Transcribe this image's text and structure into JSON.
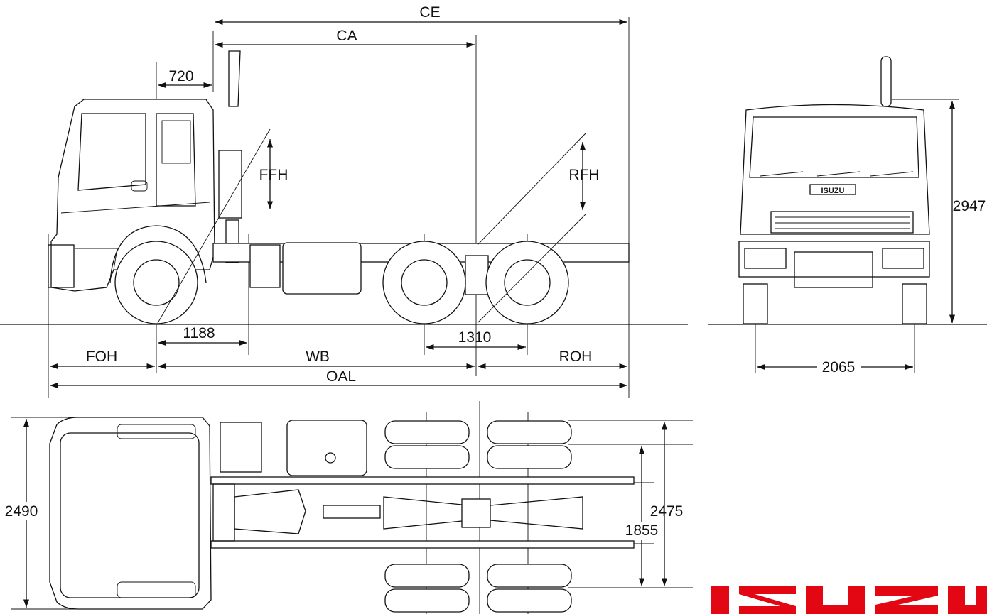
{
  "dimensions": {
    "ce": "CE",
    "ca": "CA",
    "cab_720": "720",
    "ffh": "FFH",
    "rfh": "RFH",
    "d_1188": "1188",
    "d_1310": "1310",
    "foh": "FOH",
    "wb": "WB",
    "roh": "ROH",
    "oal": "OAL",
    "height_2947": "2947",
    "track_2065": "2065",
    "width_2490": "2490",
    "width_2475": "2475",
    "frame_1855": "1855"
  },
  "brand": {
    "logo_text": "ISUZU",
    "grille_badge": "ISUZU",
    "logo_color": "#e30613"
  },
  "colors": {
    "line": "#111111",
    "background": "#ffffff"
  }
}
